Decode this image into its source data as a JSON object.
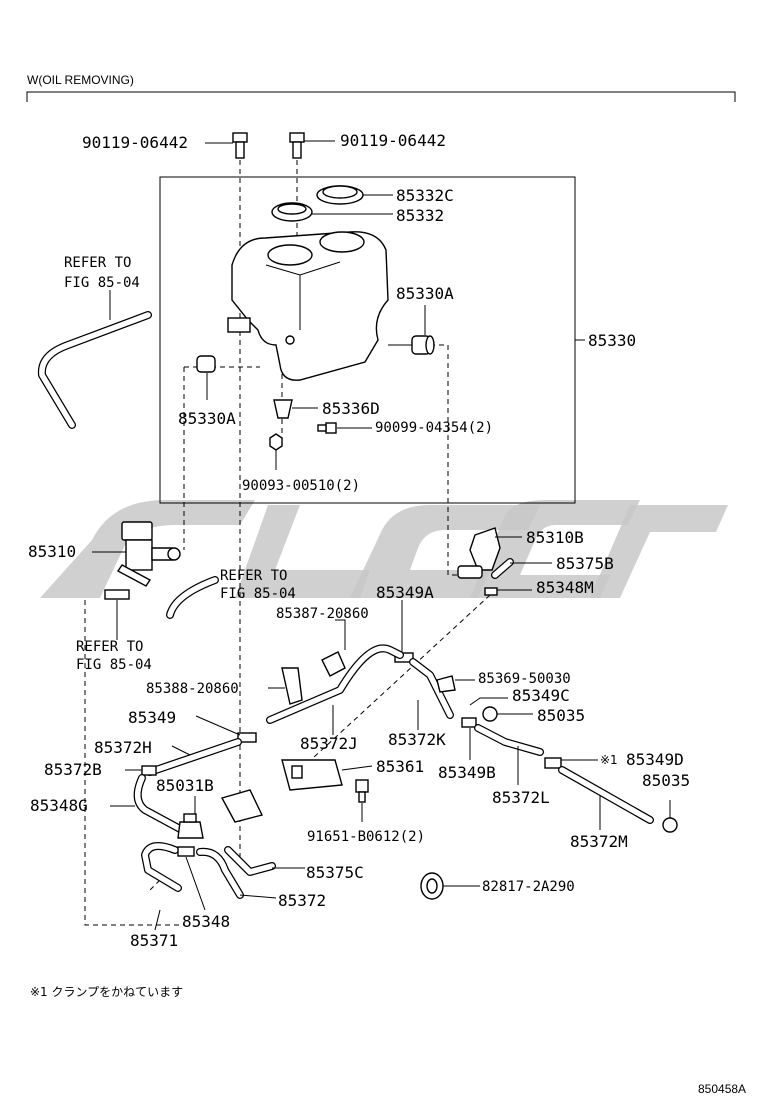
{
  "header": {
    "title": "W(OIL REMOVING)"
  },
  "footer": {
    "note": "※1 クランプをかねています",
    "figure_code": "850458A"
  },
  "labels": {
    "bolt_left": "90119-06442",
    "bolt_right": "90119-06442",
    "refer_top_1": "REFER TO",
    "refer_top_2": "FIG 85-04",
    "cap_c": "85332C",
    "cap": "85332",
    "grommet_a_right": "85330A",
    "tank": "85330",
    "grommet_a_left": "85330A",
    "grommet_d": "85336D",
    "bolt_small": "90099-04354(2)",
    "nut": "90093-00510(2)",
    "pump": "85310",
    "pump_b": "85310B",
    "hose_75b": "85375B",
    "joint_48m": "85348M",
    "refer_mid_1": "REFER TO",
    "refer_mid_2": "FIG 85-04",
    "refer_low_1": "REFER TO",
    "refer_low_2": "FIG 85-04",
    "joint_49a": "85349A",
    "clamp_87": "85387-20860",
    "clamp_69": "85369-50030",
    "clamp_88": "85388-20860",
    "joint_49c": "85349C",
    "clip_35a": "85035",
    "joint_49": "85349",
    "hose_72j": "85372J",
    "hose_72k": "85372K",
    "hose_72h": "85372H",
    "hose_72b": "85372B",
    "bracket_61": "85361",
    "joint_49b": "85349B",
    "note_mark": "※1",
    "joint_49d": "85349D",
    "clip_35b": "85035",
    "check_31b": "85031B",
    "joint_48g": "85348G",
    "hose_72l": "85372L",
    "bolt_91651": "91651-B0612(2)",
    "hose_72m": "85372M",
    "hose_75c": "85375C",
    "hose_72": "85372",
    "grommet_82817": "82817-2A290",
    "joint_48": "85348",
    "hose_71": "85371"
  }
}
